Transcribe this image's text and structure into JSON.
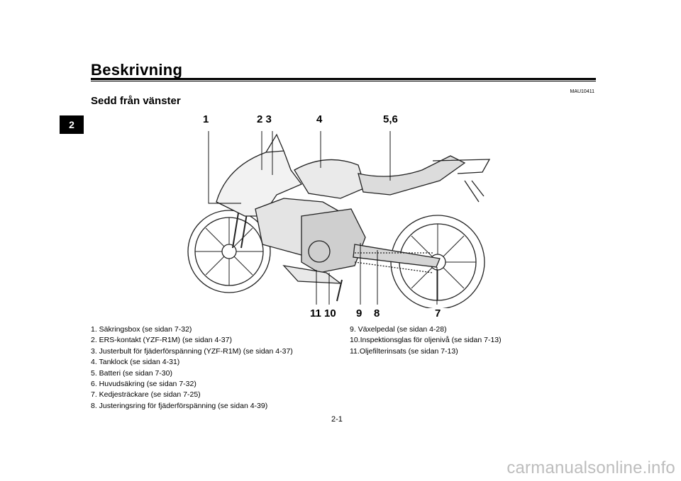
{
  "chapter_tab": "2",
  "header": {
    "title": "Beskrivning",
    "code": "MAU10411",
    "subtitle": "Sedd från vänster"
  },
  "callouts": [
    "1",
    "2 3",
    "4",
    "5,6",
    "11 10",
    "9",
    "8",
    "7"
  ],
  "legend_left": [
    "1.  Säkringsbox (se sidan 7-32)",
    "2.  ERS-kontakt (YZF-R1M) (se sidan 4-37)",
    "3.  Justerbult för fjäderförspänning (YZF-R1M) (se sidan 4-37)",
    "4.  Tanklock (se sidan 4-31)",
    "5.  Batteri (se sidan 7-30)",
    "6.  Huvudsäkring (se sidan 7-32)",
    "7.  Kedjesträckare (se sidan 7-25)",
    "8.  Justeringsring för fjäderförspänning (se sidan 4-39)"
  ],
  "legend_right": [
    "9.  Växelpedal (se sidan 4-28)",
    "10.Inspektionsglas för oljenivå (se sidan 7-13)",
    "11.Oljefilterinsats (se sidan 7-13)"
  ],
  "page_number": "2-1",
  "watermark": "carmanualsonline.info",
  "icons": [
    "motorcycle-illustration"
  ]
}
